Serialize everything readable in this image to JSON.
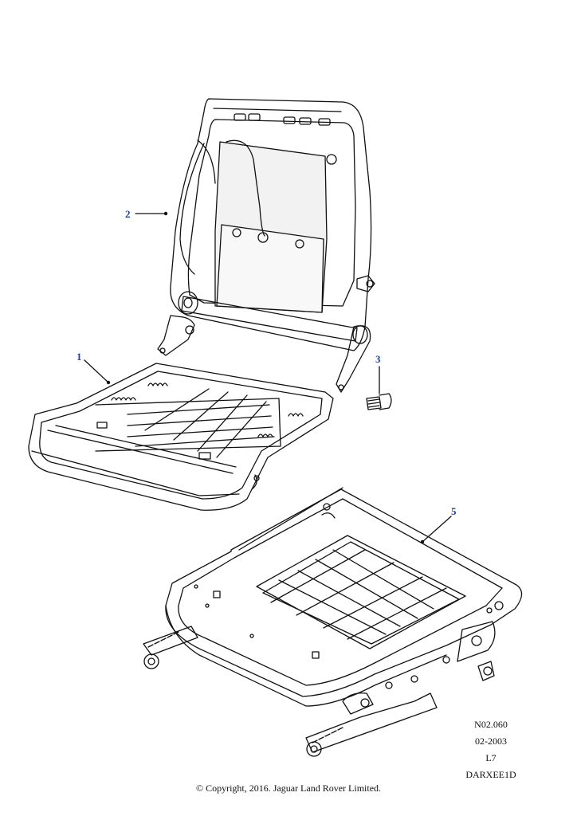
{
  "callouts": {
    "c1": "1",
    "c2": "2",
    "c3": "3",
    "c5": "5"
  },
  "reference": {
    "code": "N02.060",
    "date": "02-2003",
    "level": "L7",
    "id": "DARXEE1D"
  },
  "copyright": "© Copyright, 2016. Jaguar Land Rover Limited.",
  "colors": {
    "line": "#111111",
    "callout": "#1a3fbf",
    "panel_shade": "#f2f2f2"
  }
}
